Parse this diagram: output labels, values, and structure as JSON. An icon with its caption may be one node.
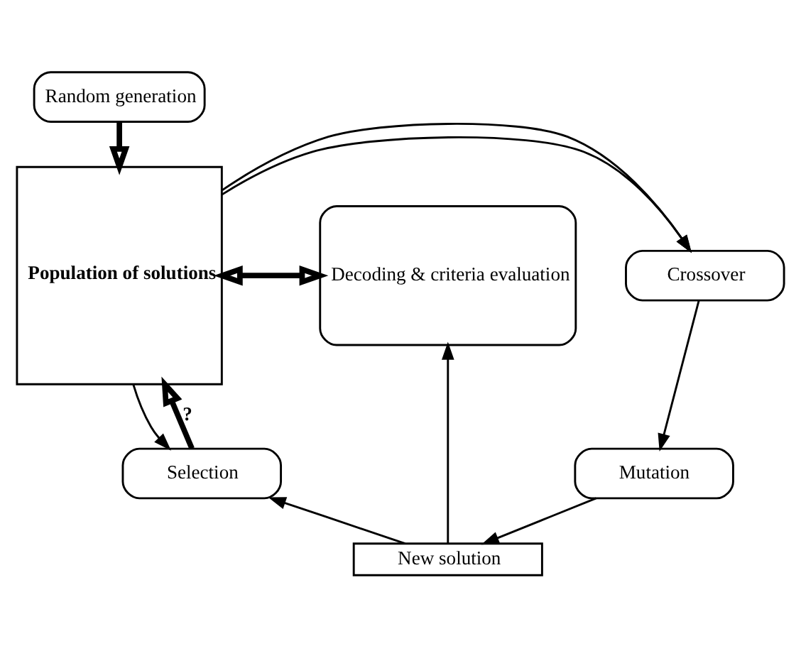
{
  "diagram": {
    "nodes": [
      {
        "text": [
          "Random generation"
        ]
      },
      {
        "text": [
          "Crossover"
        ]
      },
      {
        "text": [
          "Population of solutions"
        ]
      },
      {
        "text": [
          "Decoding & criteria evaluation"
        ]
      },
      {
        "text": [
          "Mutation"
        ]
      },
      {
        "text": [
          "Selection"
        ]
      },
      {
        "text": [
          "New solution"
        ]
      }
    ],
    "edges": [
      {
        "from": 0,
        "to": 2,
        "arrow": "to",
        "style": "thick"
      },
      {
        "from": 2,
        "to": 1,
        "arrow": "to"
      },
      {
        "from": 2,
        "to": 1,
        "arrow": "to"
      },
      {
        "from": 1,
        "to": 4,
        "arrow": "to"
      },
      {
        "from": 2,
        "to": 3,
        "arrow": "both",
        "style": "thick"
      },
      {
        "from": 2,
        "to": 5,
        "arrow": "to"
      },
      {
        "from": 5,
        "to": 2,
        "arrow": "to",
        "style": "thick",
        "label": "?"
      },
      {
        "from": 4,
        "to": 6,
        "arrow": "to"
      },
      {
        "from": 6,
        "to": 5,
        "arrow": "to"
      },
      {
        "from": 6,
        "to": 3,
        "arrow": "to"
      }
    ]
  }
}
